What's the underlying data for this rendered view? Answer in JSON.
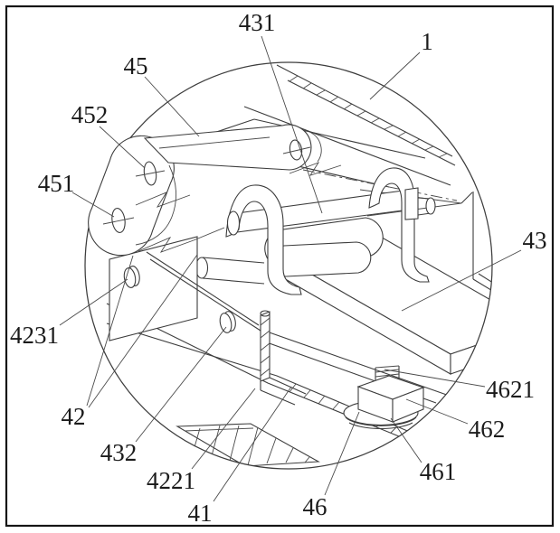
{
  "figure": {
    "type": "patent-mechanical-line-drawing",
    "background": "#ffffff",
    "line_color": "#3d3d3d",
    "label_color": "#1b1b1b",
    "border_color": "#161616"
  },
  "labels": [
    {
      "text": "431"
    },
    {
      "text": "1"
    },
    {
      "text": "45"
    },
    {
      "text": "452"
    },
    {
      "text": "451"
    },
    {
      "text": "43"
    },
    {
      "text": "4231"
    },
    {
      "text": "42"
    },
    {
      "text": "432"
    },
    {
      "text": "4221"
    },
    {
      "text": "41"
    },
    {
      "text": "46"
    },
    {
      "text": "461"
    },
    {
      "text": "462"
    },
    {
      "text": "4621"
    }
  ]
}
